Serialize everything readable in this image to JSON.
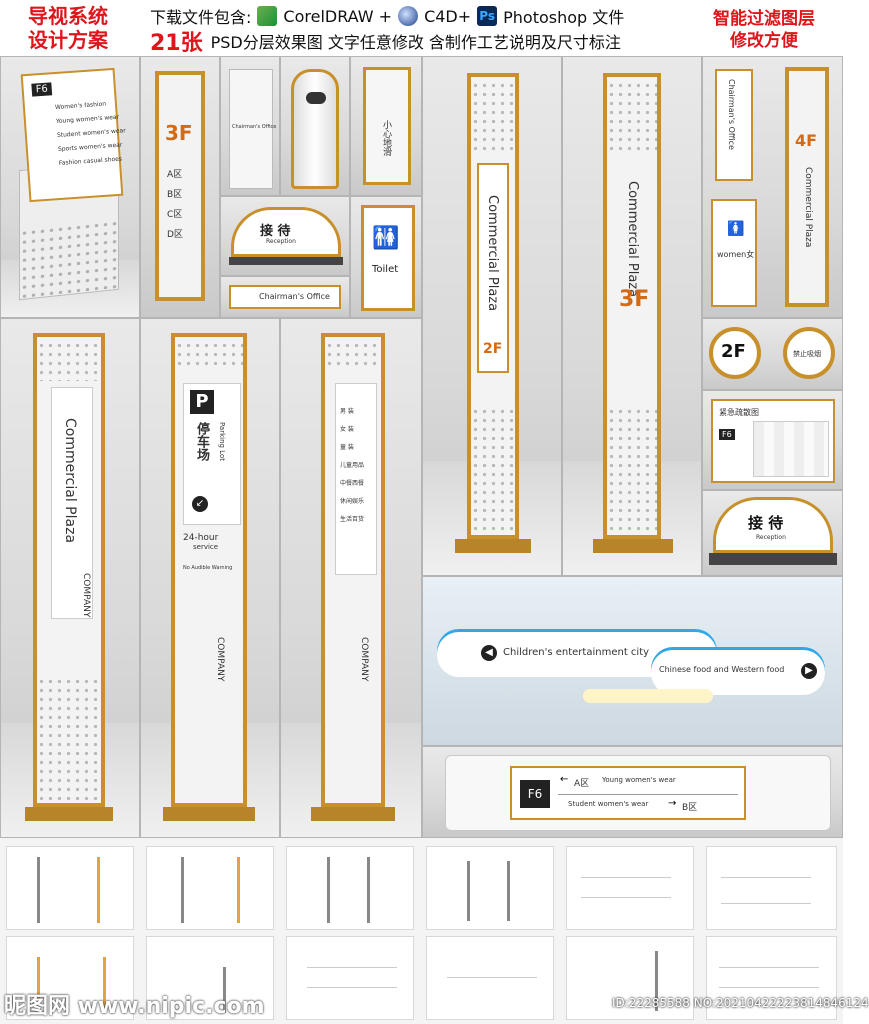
{
  "header": {
    "left_title": [
      "导视系统",
      "设计方案"
    ],
    "download_prefix": "下载文件包含:",
    "coreldraw": "CorelDRAW +",
    "c4d": "C4D+",
    "ps_badge": "Ps",
    "photoshop": "Photoshop 文件",
    "count": "21张",
    "row2_rest": "PSD分层效果图   文字任意修改   含制作工艺说明及尺寸标注",
    "right_title": [
      "智能过滤图层",
      "修改方便"
    ]
  },
  "panels": {
    "kiosk": {
      "floor": "F6",
      "lines": [
        "Women's fashion",
        "Young women's wear",
        "Student women's wear",
        "Sports women's wear",
        "Fashion casual shoes"
      ]
    },
    "stand3f": {
      "floor": "3F",
      "items": [
        "A区",
        "B区",
        "C区",
        "D区"
      ]
    },
    "banner_stand": {
      "label": "Chairman's Office"
    },
    "trash": {
      "label": ""
    },
    "caution": {
      "text": "小心地滑"
    },
    "reception_small": {
      "title": "接 待",
      "sub": "Reception"
    },
    "office_plate": {
      "label": "Chairman's Office"
    },
    "toilet": {
      "label": "Toilet"
    },
    "tall_2f": {
      "text": "Commercial Plaza",
      "floor": "2F"
    },
    "tall_3f": {
      "text": "Commercial Plaza",
      "floor": "3F"
    },
    "chairman_vertical": {
      "text": "Chairman's Office"
    },
    "women": {
      "text": "women女"
    },
    "plaza_4f": {
      "text": "Commercial Plaza",
      "floor": "4F"
    },
    "round_2f": {
      "floor": "2F"
    },
    "round_nosmoke": {
      "text": "禁止吸烟"
    },
    "evac_map": {
      "title": "紧急疏散图",
      "floor": "F6"
    },
    "reception_big": {
      "title": "接 待",
      "sub": "Reception"
    },
    "tower1": {
      "text": "Commercial Plaza",
      "company": "COMPANY"
    },
    "tower_parking": {
      "p": "P",
      "cn": "停车场",
      "en": "Parking Lot",
      "hours": "24-hour",
      "service": "service",
      "note": "No Audible Warning",
      "company": "COMPANY"
    },
    "tower_dir": {
      "rows": [
        "男 装",
        "女 装",
        "童 装",
        "儿童用品",
        "中餐西餐",
        "休闲娱乐",
        "生活百货"
      ],
      "company": "COMPANY"
    },
    "ceiling": {
      "left": "Children's entertainment city",
      "right": "Chinese food and Western food"
    },
    "wall_sign": {
      "floor": "F6",
      "row1_zone": "A区",
      "row1_text": "Young women's wear",
      "row2_text": "Student women's wear",
      "row2_zone": "B区"
    }
  },
  "footer": {
    "watermark": "昵图网 www.nipic.com",
    "id": "ID:22285588 NO:20210422223814846124"
  }
}
